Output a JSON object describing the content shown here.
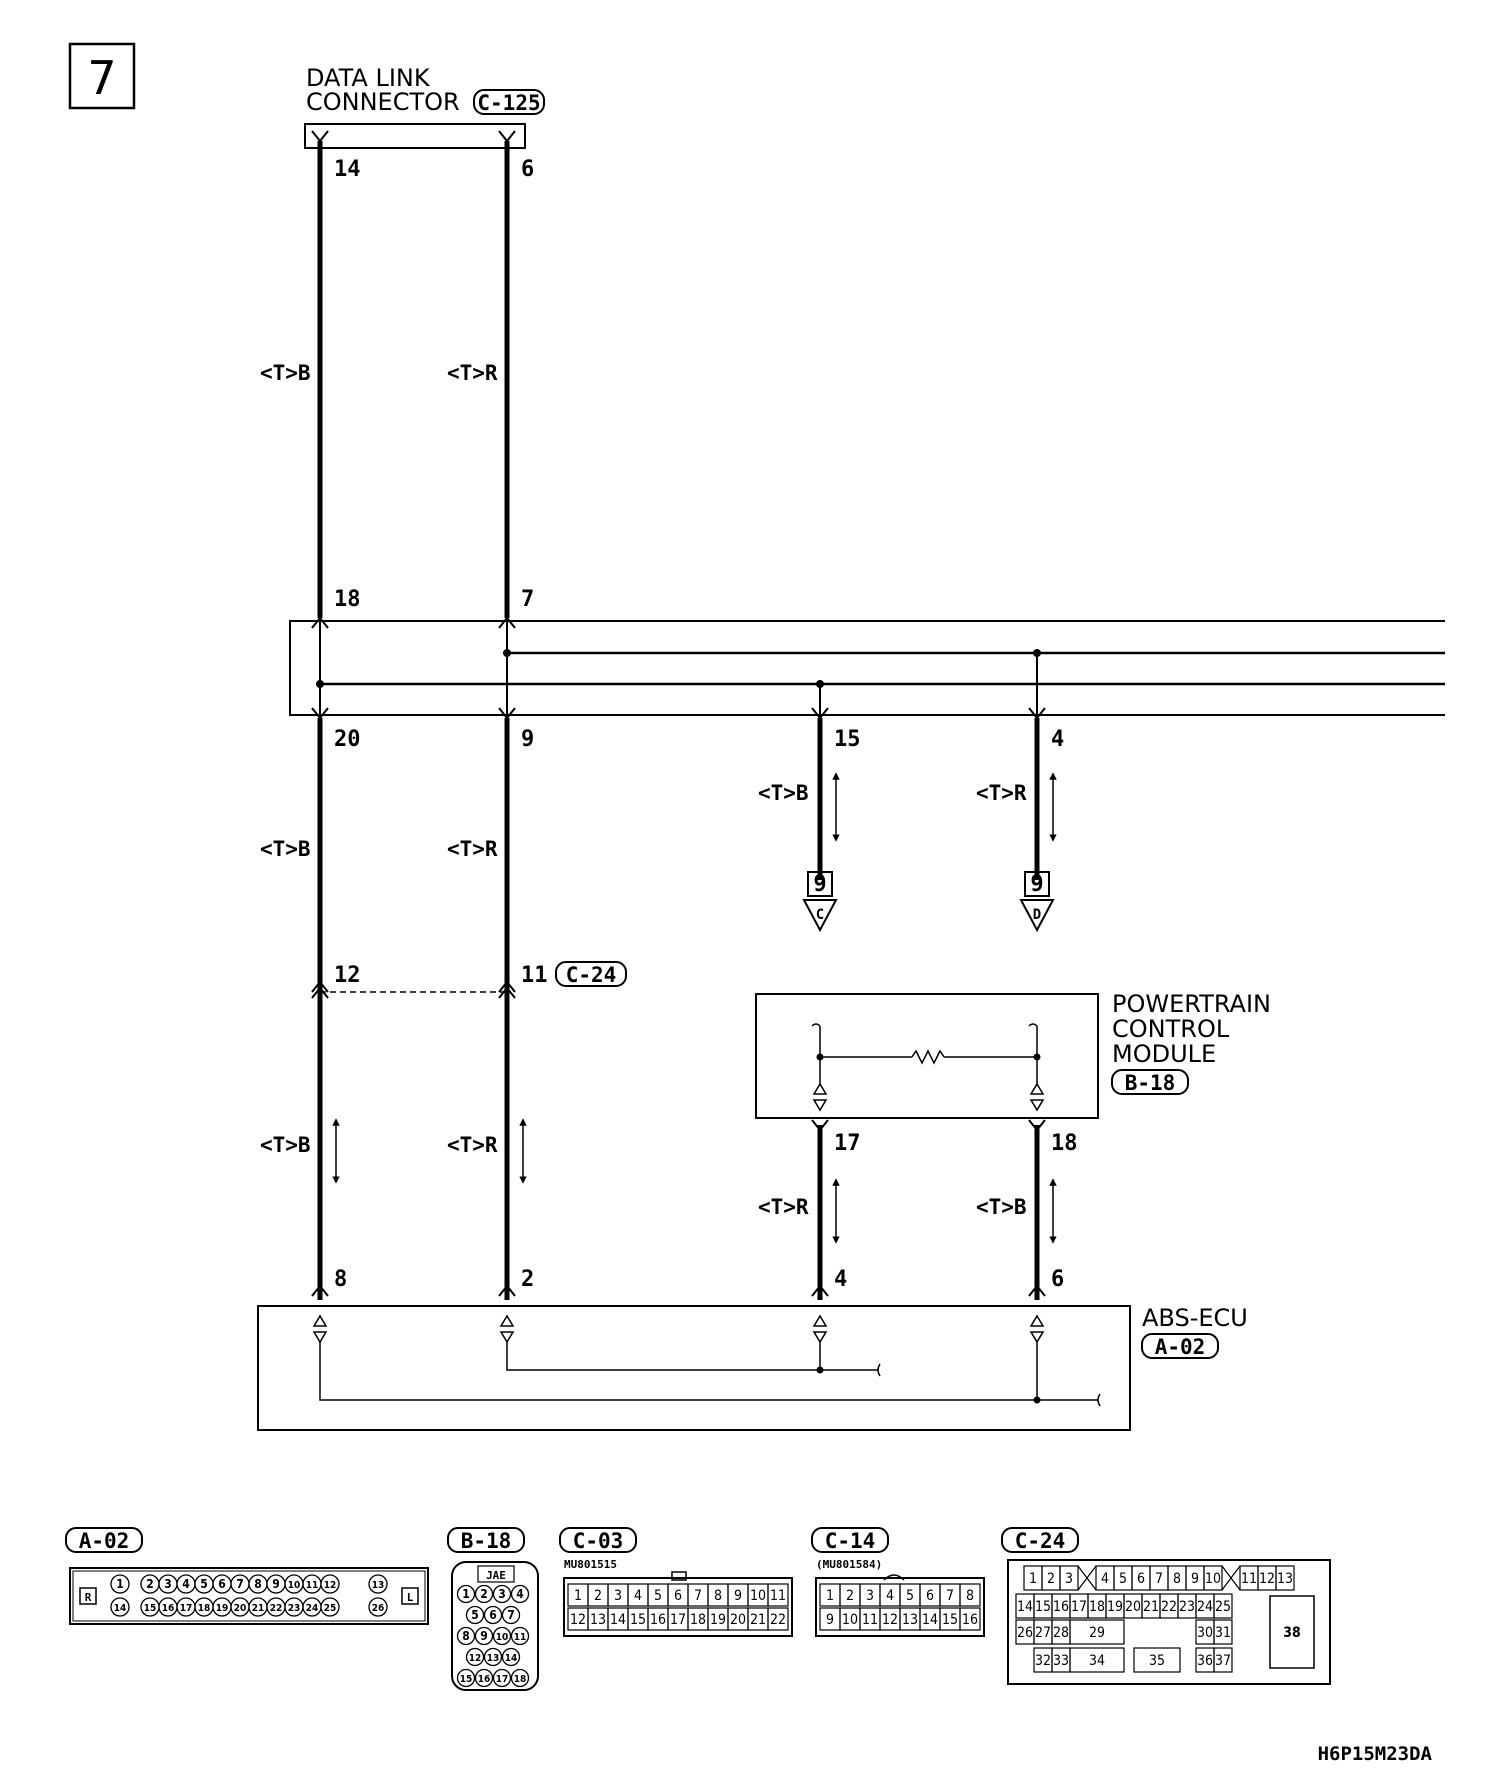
{
  "page": {
    "number": "7",
    "code": "H6P15M23DA"
  },
  "dlc": {
    "title_line1": "DATA LINK",
    "title_line2": "CONNECTOR",
    "id": "C-125",
    "pin_14": "14",
    "pin_6": "6"
  },
  "junction": {
    "pin_18": "18",
    "pin_7": "7",
    "pin_20": "20",
    "pin_9": "9",
    "pin_15": "15",
    "pin_4": "4"
  },
  "wires": {
    "w1": "<T>B",
    "w2": "<T>R",
    "w3": "<T>B",
    "w4": "<T>R",
    "w5": "<T>B",
    "w6": "<T>R",
    "w7": "<T>B",
    "w8": "<T>R",
    "w9": "<T>R",
    "w10": "<T>B"
  },
  "offpage": {
    "c_num": "9",
    "c_letter": "C",
    "d_num": "9",
    "d_letter": "D"
  },
  "c24_junction": {
    "pin_12": "12",
    "pin_11": "11",
    "id": "C-24"
  },
  "pcm": {
    "line1": "POWERTRAIN",
    "line2": "CONTROL",
    "line3": "MODULE",
    "id": "B-18",
    "pin_17": "17",
    "pin_18": "18"
  },
  "abs": {
    "title": "ABS-ECU",
    "id": "A-02",
    "pin_8": "8",
    "pin_2": "2",
    "pin_4": "4",
    "pin_6": "6"
  },
  "connectors": {
    "a02": {
      "id": "A-02",
      "left": "R",
      "right": "L",
      "top": [
        "1",
        "2",
        "3",
        "4",
        "5",
        "6",
        "7",
        "8",
        "9",
        "10",
        "11",
        "12",
        "13"
      ],
      "bottom": [
        "14",
        "15",
        "16",
        "17",
        "18",
        "19",
        "20",
        "21",
        "22",
        "23",
        "24",
        "25",
        "26"
      ]
    },
    "b18": {
      "id": "B-18",
      "brand": "JAE",
      "rows": [
        [
          "1",
          "2",
          "3",
          "4"
        ],
        [
          "5",
          "6",
          "7"
        ],
        [
          "8",
          "9",
          "10",
          "11"
        ],
        [
          "12",
          "13",
          "14"
        ],
        [
          "15",
          "16",
          "17",
          "18"
        ]
      ]
    },
    "c03": {
      "id": "C-03",
      "part": "MU801515",
      "top": [
        "1",
        "2",
        "3",
        "4",
        "5",
        "6",
        "7",
        "8",
        "9",
        "10",
        "11"
      ],
      "bottom": [
        "12",
        "13",
        "14",
        "15",
        "16",
        "17",
        "18",
        "19",
        "20",
        "21",
        "22"
      ]
    },
    "c14": {
      "id": "C-14",
      "part": "(MU801584)",
      "top": [
        "1",
        "2",
        "3",
        "4",
        "5",
        "6",
        "7",
        "8"
      ],
      "bottom": [
        "9",
        "10",
        "11",
        "12",
        "13",
        "14",
        "15",
        "16"
      ]
    },
    "c24": {
      "id": "C-24",
      "r1": [
        "1",
        "2",
        "3",
        "4",
        "5",
        "6",
        "7",
        "8",
        "9",
        "10",
        "11",
        "12",
        "13"
      ],
      "r2": [
        "14",
        "15",
        "16",
        "17",
        "18",
        "19",
        "20",
        "21",
        "22",
        "23",
        "24",
        "25"
      ],
      "r3": [
        "26",
        "27",
        "28",
        "29",
        "30",
        "31"
      ],
      "r4": [
        "32",
        "33",
        "34",
        "35",
        "36",
        "37"
      ],
      "big": "38"
    }
  }
}
